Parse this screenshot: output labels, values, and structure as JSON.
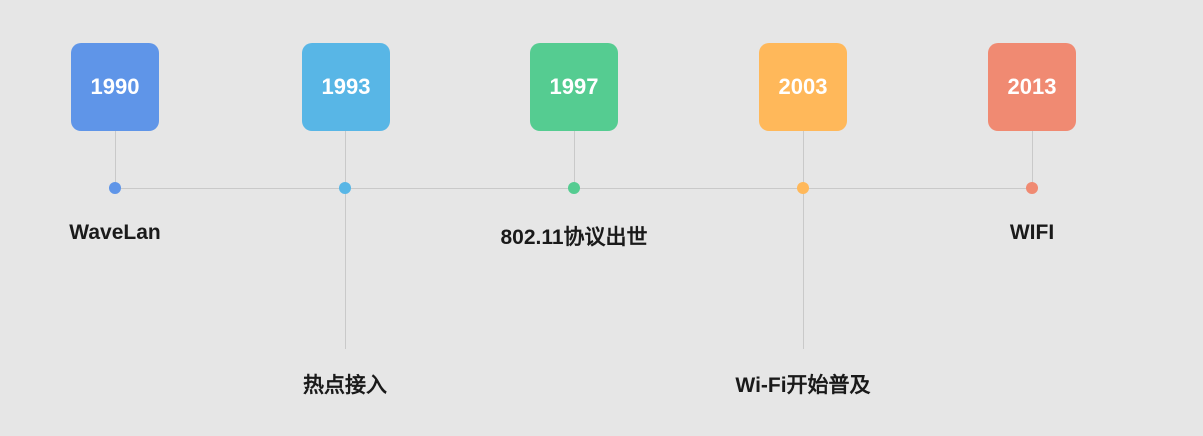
{
  "timeline": {
    "milestones": [
      {
        "year": "1990",
        "event": "WaveLan",
        "color": "#5f95e8",
        "label_position": "above-line"
      },
      {
        "year": "1993",
        "event": "热点接入",
        "color": "#58b6e6",
        "label_position": "below-line"
      },
      {
        "year": "1997",
        "event": "802.11协议出世",
        "color": "#55cc91",
        "label_position": "above-line"
      },
      {
        "year": "2003",
        "event": "Wi-Fi开始普及",
        "color": "#ffb85a",
        "label_position": "below-line"
      },
      {
        "year": "2013",
        "event": "WIFI",
        "color": "#f08a72",
        "label_position": "above-line"
      }
    ]
  }
}
